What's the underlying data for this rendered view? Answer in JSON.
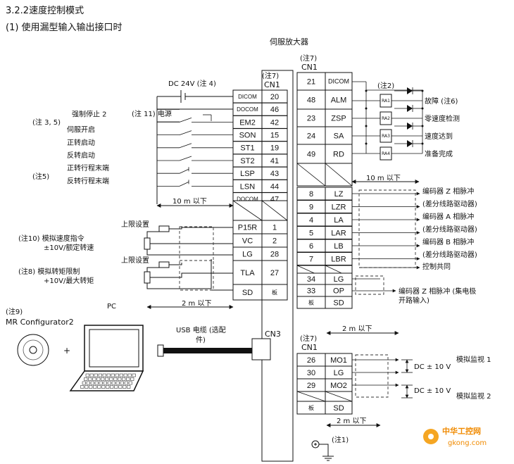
{
  "heading": "3.2.2速度控制模式",
  "subheading": "(1) 使用漏型输入输出接口时",
  "servo_amp_label": "伺服放大器",
  "note7": "(注7)",
  "cn1": "CN1",
  "cn3": "CN3",
  "dc24v": "DC 24V (注 4)",
  "note11": "(注 11) 电源",
  "note35_prefix": "(注 3, 5)",
  "note5": "(注5)",
  "note10": "(注10) 模拟速度指令",
  "note10_sub": "±10V/额定转速",
  "note8": "(注8) 模拟转矩限制",
  "note8_sub": "+10V/最大转矩",
  "note9": "(注9)",
  "mr_conf": "MR Configurator2",
  "pc": "PC",
  "usb_cable": "USB 电缆 (选配",
  "usb_cable2": "件)",
  "upper_limit": "上限设置",
  "note1": "(注1)",
  "note2": "(注2)",
  "left_signals": [
    {
      "name": "强制停止 2",
      "pin_name": "EM2",
      "pin": "42"
    },
    {
      "name": "伺服开启",
      "pin_name": "SON",
      "pin": "15"
    },
    {
      "name": "正转启动",
      "pin_name": "ST1",
      "pin": "19"
    },
    {
      "name": "反转启动",
      "pin_name": "ST2",
      "pin": "41"
    },
    {
      "name": "正转行程末端",
      "pin_name": "LSP",
      "pin": "43"
    },
    {
      "name": "反转行程末端",
      "pin_name": "LSN",
      "pin": "44"
    }
  ],
  "left_top_pins": [
    {
      "pin_name": "DICOM",
      "pin": "20"
    },
    {
      "pin_name": "DOCOM",
      "pin": "46"
    }
  ],
  "left_docom": {
    "pin_name": "DOCOM",
    "pin": "47"
  },
  "analog_pins": [
    {
      "pin_name": "P15R",
      "pin": "1"
    },
    {
      "pin_name": "VC",
      "pin": "2"
    },
    {
      "pin_name": "LG",
      "pin": "28"
    },
    {
      "pin_name": "TLA",
      "pin": "27"
    },
    {
      "pin_name": "SD",
      "pin": "板"
    }
  ],
  "right_top_pins": [
    {
      "pin": "21",
      "pin_name": "DICOM",
      "relay": "",
      "label": ""
    },
    {
      "pin": "48",
      "pin_name": "ALM",
      "relay": "RA1",
      "label": "故障 (注6)"
    },
    {
      "pin": "23",
      "pin_name": "ZSP",
      "relay": "RA2",
      "label": "零速度检测"
    },
    {
      "pin": "24",
      "pin_name": "SA",
      "relay": "RA3",
      "label": "速度达到"
    },
    {
      "pin": "49",
      "pin_name": "RD",
      "relay": "RA4",
      "label": "准备完成"
    }
  ],
  "encoder_pins": [
    {
      "pin": "8",
      "pin_name": "LZ"
    },
    {
      "pin": "9",
      "pin_name": "LZR"
    },
    {
      "pin": "4",
      "pin_name": "LA"
    },
    {
      "pin": "5",
      "pin_name": "LAR"
    },
    {
      "pin": "6",
      "pin_name": "LB"
    },
    {
      "pin": "7",
      "pin_name": "LBR"
    }
  ],
  "encoder_labels": [
    "编码器 Z 相脉冲",
    "(差分线路驱动器)",
    "编码器 A 相脉冲",
    "(差分线路驱动器)",
    "编码器 B 相脉冲",
    "(差分线路驱动器)"
  ],
  "control_common": "控制共同",
  "lg_op_pins": [
    {
      "pin": "34",
      "pin_name": "LG"
    },
    {
      "pin": "33",
      "pin_name": "OP"
    },
    {
      "pin": "板",
      "pin_name": "SD"
    }
  ],
  "op_label": "编码器 Z 相脉冲 (集电极",
  "op_label2": "开路输入)",
  "monitor_pins": [
    {
      "pin": "26",
      "pin_name": "MO1"
    },
    {
      "pin": "30",
      "pin_name": "LG"
    },
    {
      "pin": "29",
      "pin_name": "MO2"
    },
    {
      "pin": "板",
      "pin_name": "SD"
    }
  ],
  "dc10v": "DC ± 10 V",
  "mon1": "模拟监视 1",
  "mon2": "模拟监视 2",
  "dist_10m": "10 m 以下",
  "dist_2m": "2 m 以下",
  "watermark": "中华工控网",
  "watermark_url": "gkong.com"
}
